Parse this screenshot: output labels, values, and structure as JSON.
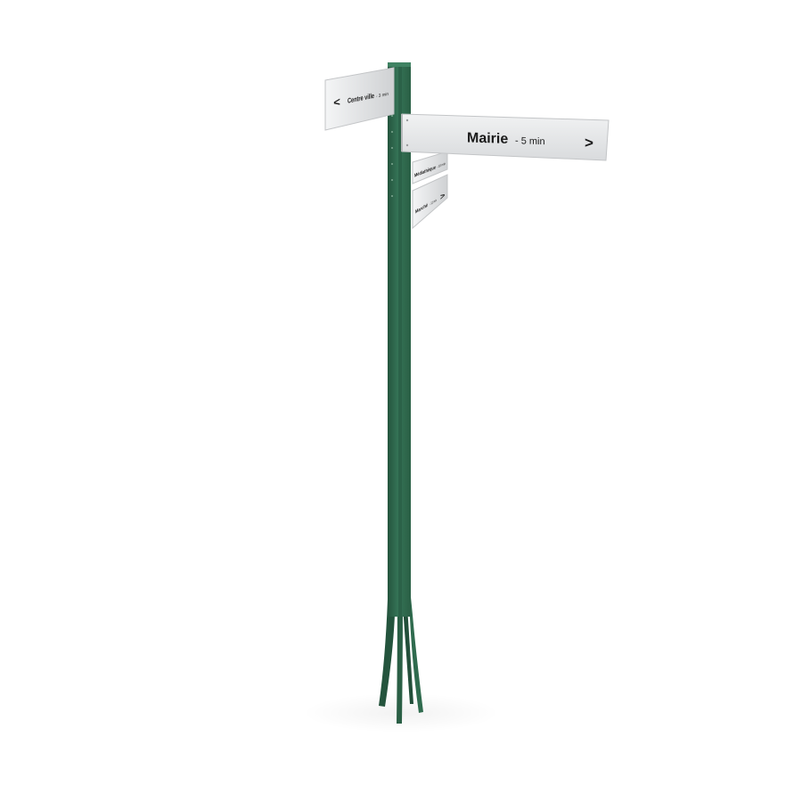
{
  "colors": {
    "post": "#2f6b4e",
    "post_dark": "#234f3a",
    "post_light": "#3f8262",
    "panel": "#e8e9ea",
    "panel_edge": "#c9cbcd",
    "text": "#1a1a1a",
    "background": "#ffffff"
  },
  "signs": {
    "main": {
      "name": "Mairie",
      "time": "- 5 min",
      "arrow": ">"
    },
    "left": {
      "arrow": "<",
      "name": "Centre ville",
      "time": "- 3 min"
    },
    "lower_1": {
      "name": "Médiathèque",
      "time": "- 10 min"
    },
    "lower_2": {
      "name": "Marché",
      "time": "- 12 min",
      "arrow": ">"
    }
  }
}
